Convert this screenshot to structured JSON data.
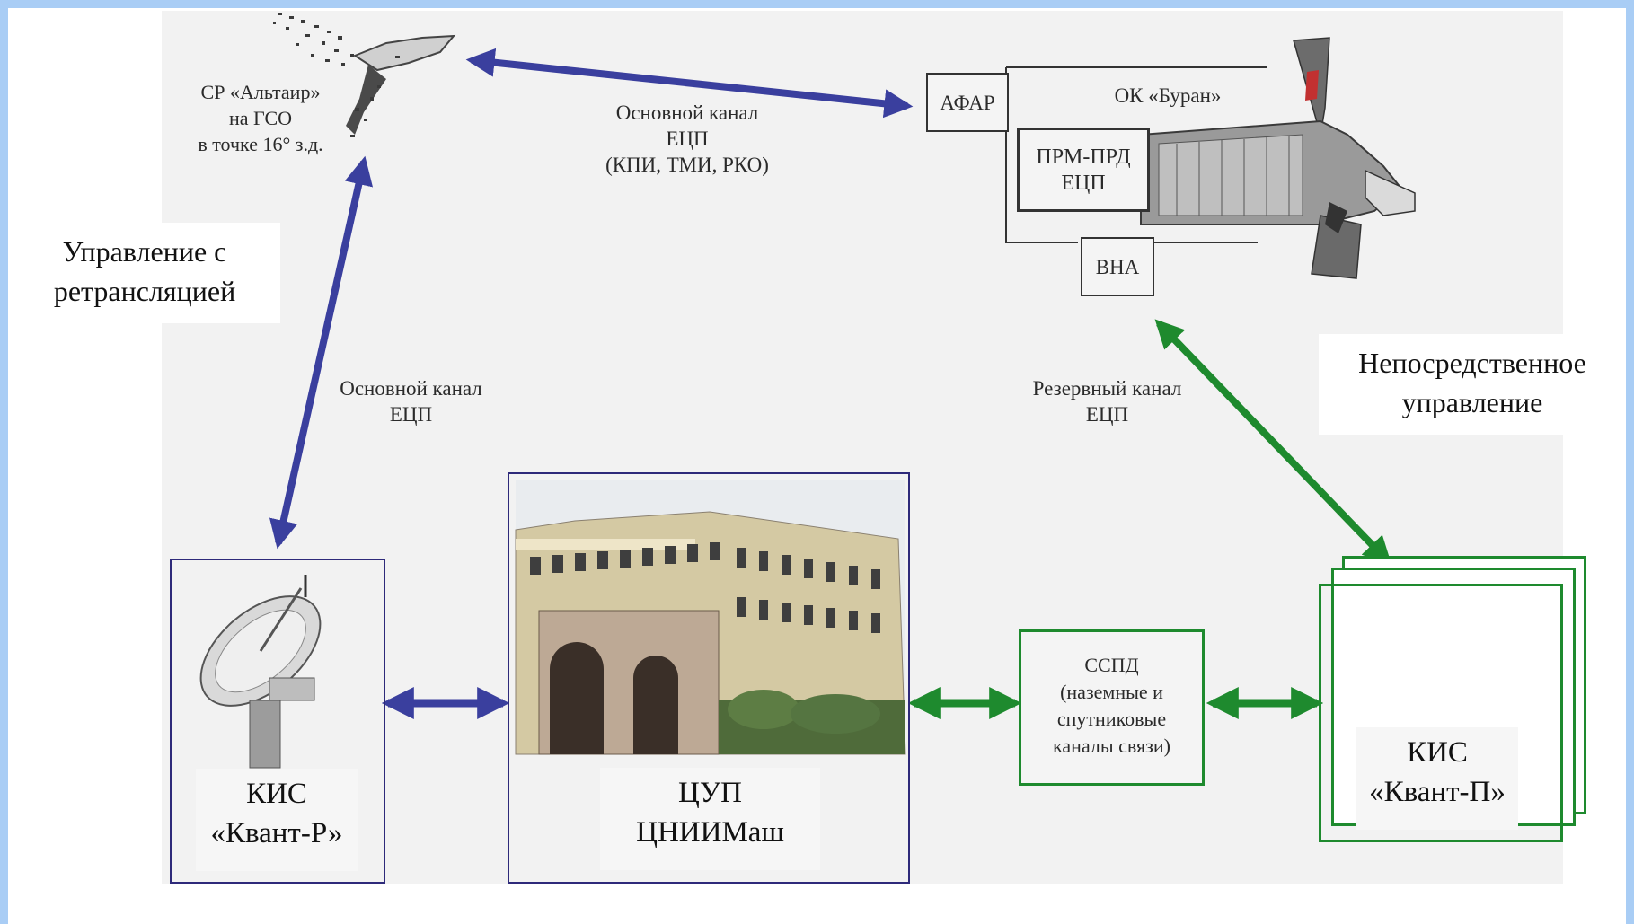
{
  "satellite": {
    "label_line1": "СР «Альтаир»",
    "label_line2": "на ГСО",
    "label_line3": "в точке 16° з.д."
  },
  "top_channel": {
    "line1": "Основной канал",
    "line2": "ЕЦП",
    "line3": "(КПИ, ТМИ, РКО)"
  },
  "orbiter": {
    "title": "ОК «Буран»",
    "afar": "АФАР",
    "prm_line1": "ПРМ-ПРД",
    "prm_line2": "ЕЦП",
    "vna": "ВНА"
  },
  "relay_control": {
    "line1": "Управление с",
    "line2": "ретрансляцией"
  },
  "direct_control": {
    "line1": "Непосредственное",
    "line2": "управление"
  },
  "left_channel": {
    "line1": "Основной канал",
    "line2": "ЕЦП"
  },
  "reserve_channel": {
    "line1": "Резервный канал",
    "line2": "ЕЦП"
  },
  "kis_r": {
    "line1": "КИС",
    "line2": "«Квант-Р»"
  },
  "cup": {
    "line1": "ЦУП",
    "line2": "ЦНИИМаш"
  },
  "ssid": {
    "line1": "ССПД",
    "line2": "(наземные и",
    "line3": "спутниковые",
    "line4": "каналы связи)"
  },
  "kis_p": {
    "line1": "КИС",
    "line2": "«Квант-П»"
  },
  "colors": {
    "blue_link": "#3a3f9e",
    "green_link": "#1e8a2e",
    "frame": "#a9cdf5",
    "panel": "#f2f2f2"
  }
}
